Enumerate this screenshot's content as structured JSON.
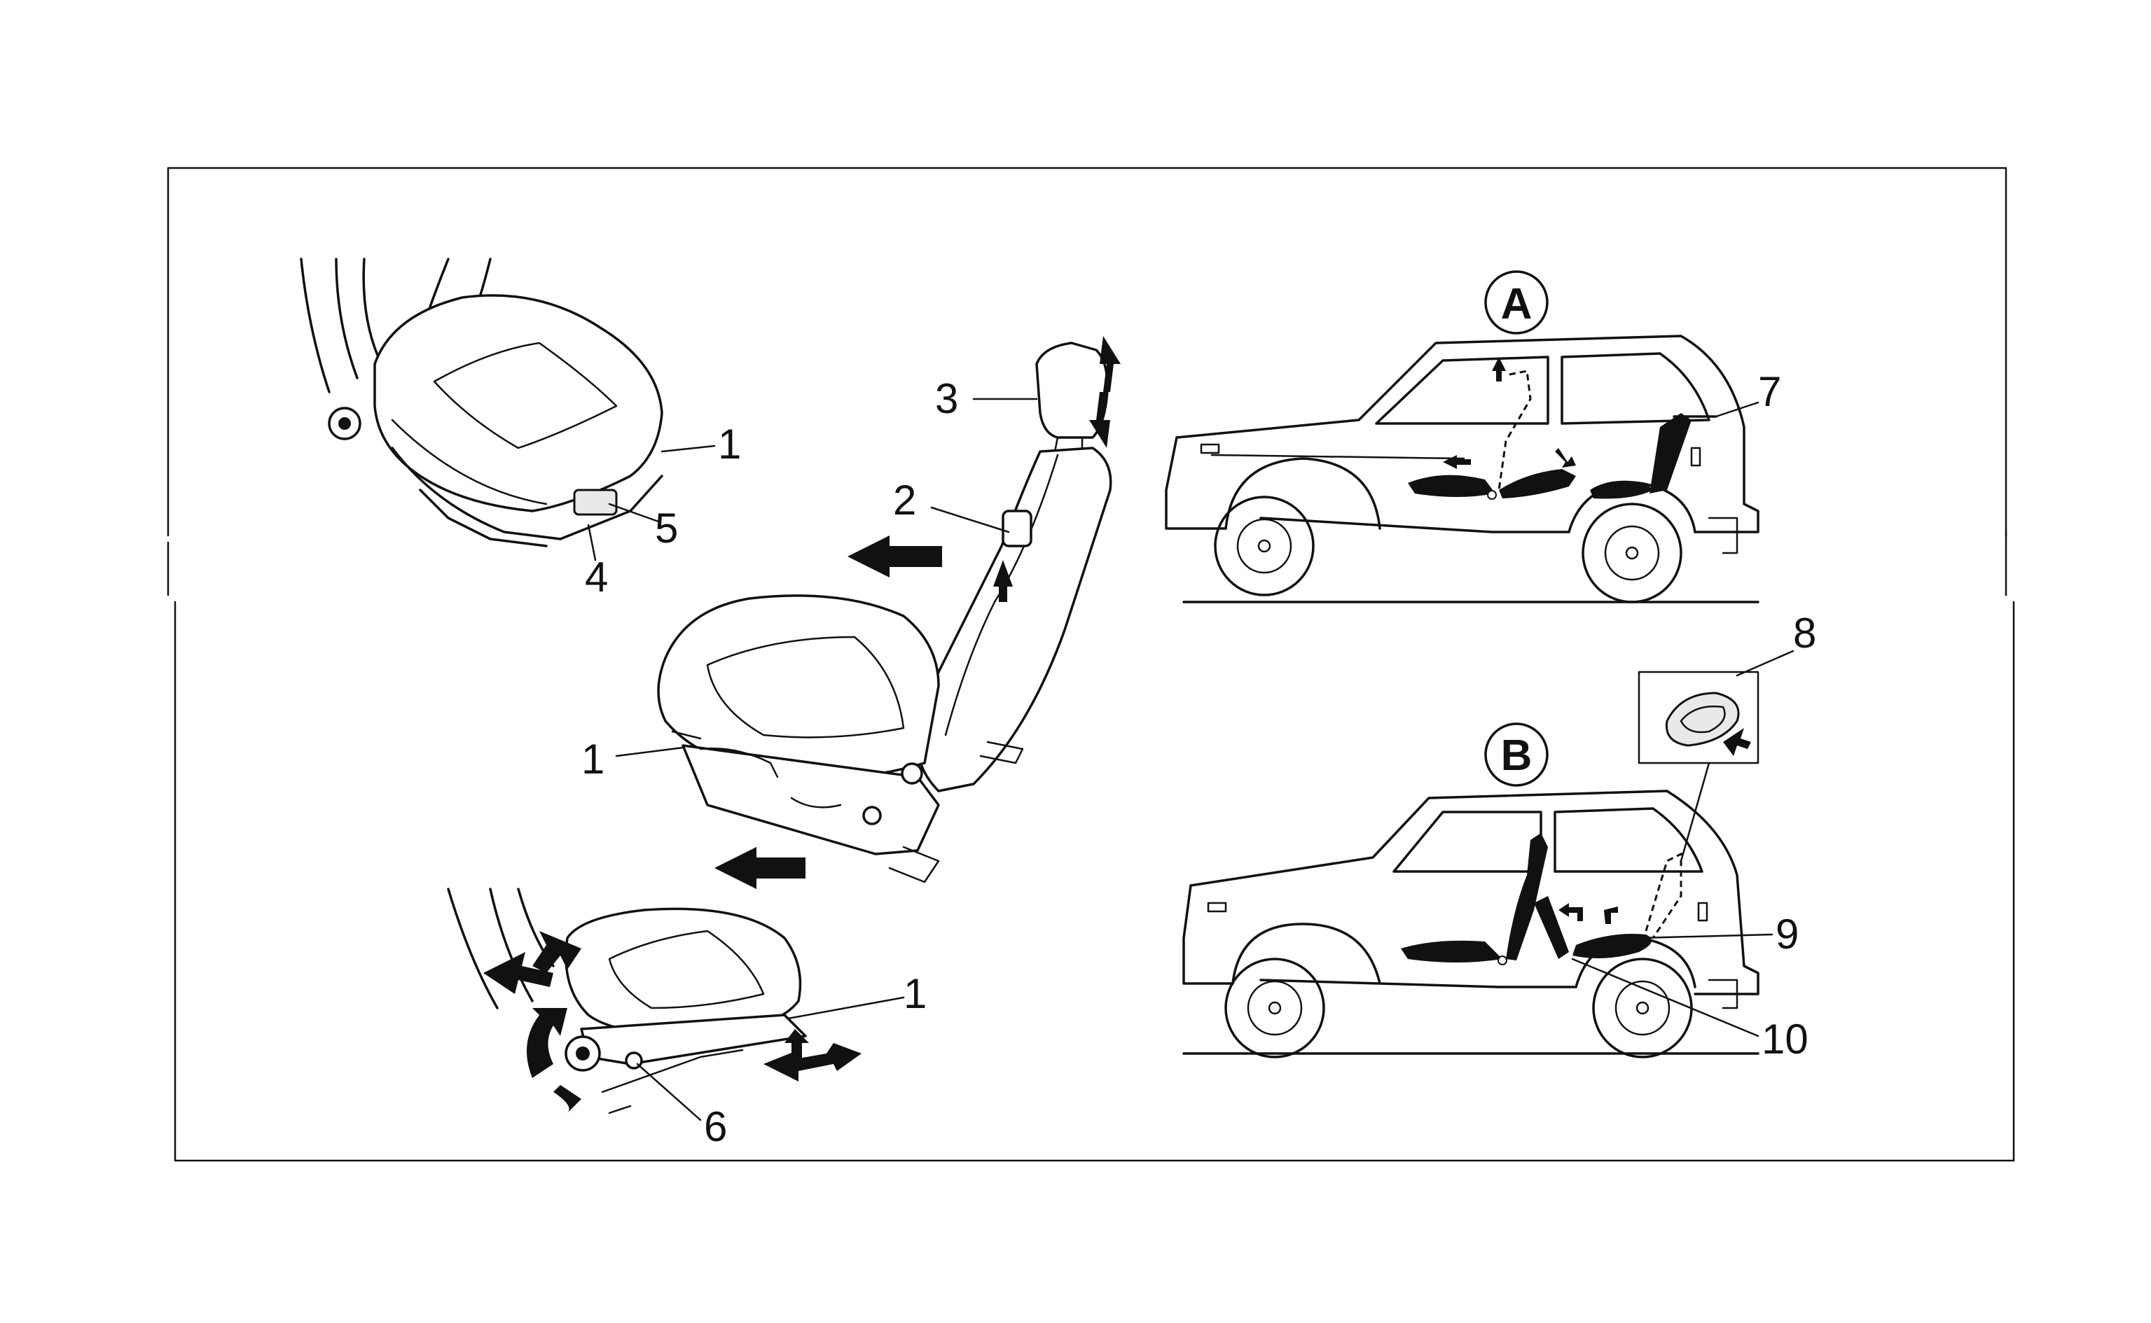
{
  "figure": {
    "views": {
      "seat_top": {
        "callouts": [
          "1",
          "5",
          "4"
        ]
      },
      "seat_main": {
        "callouts": [
          "3",
          "2",
          "1"
        ]
      },
      "seat_bottom": {
        "callouts": [
          "1",
          "6"
        ]
      },
      "car_a": {
        "tag": "A",
        "callouts": [
          "7"
        ]
      },
      "car_b": {
        "tag": "B",
        "callouts": [
          "8",
          "9",
          "10"
        ]
      }
    },
    "icons": [
      "seat-cushion-icon",
      "seat-backrest-icon",
      "headrest-icon",
      "move-arrow-icon",
      "car-side-icon",
      "wheel-icon",
      "release-handle-icon"
    ]
  }
}
